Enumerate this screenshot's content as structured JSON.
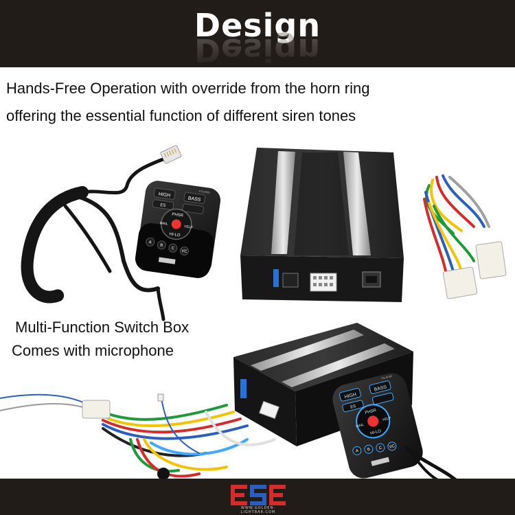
{
  "header": {
    "title": "Design"
  },
  "description": {
    "line1": "Hands-Free Operation with override from the horn ring",
    "line2": "offering the essential function of different siren tones"
  },
  "captions": {
    "line1": "Multi-Function Switch Box",
    "line2": "Comes with microphone"
  },
  "remote_top": {
    "buttons": [
      "HIGH",
      "BASS",
      "ES",
      "PHSR",
      "YELP",
      "WAIL",
      "HI-LO",
      "A",
      "B",
      "C",
      "VC"
    ],
    "model": "FS-E066"
  },
  "remote_bottom": {
    "buttons": [
      "HIGH",
      "BASS",
      "ES",
      "PHSR",
      "YELP",
      "WAIL",
      "HI-LO",
      "A",
      "B",
      "C",
      "VC"
    ],
    "model": "FS-E066"
  },
  "footer": {
    "logo_text": "ESE",
    "url": "WWW.GOLDEN-LIGHTBAR.COM"
  },
  "colors": {
    "header_bg": "#221c19",
    "logo_red": "#d62b2b",
    "logo_blue": "#2a5fbf",
    "blue_led": "#3fa9ff"
  }
}
